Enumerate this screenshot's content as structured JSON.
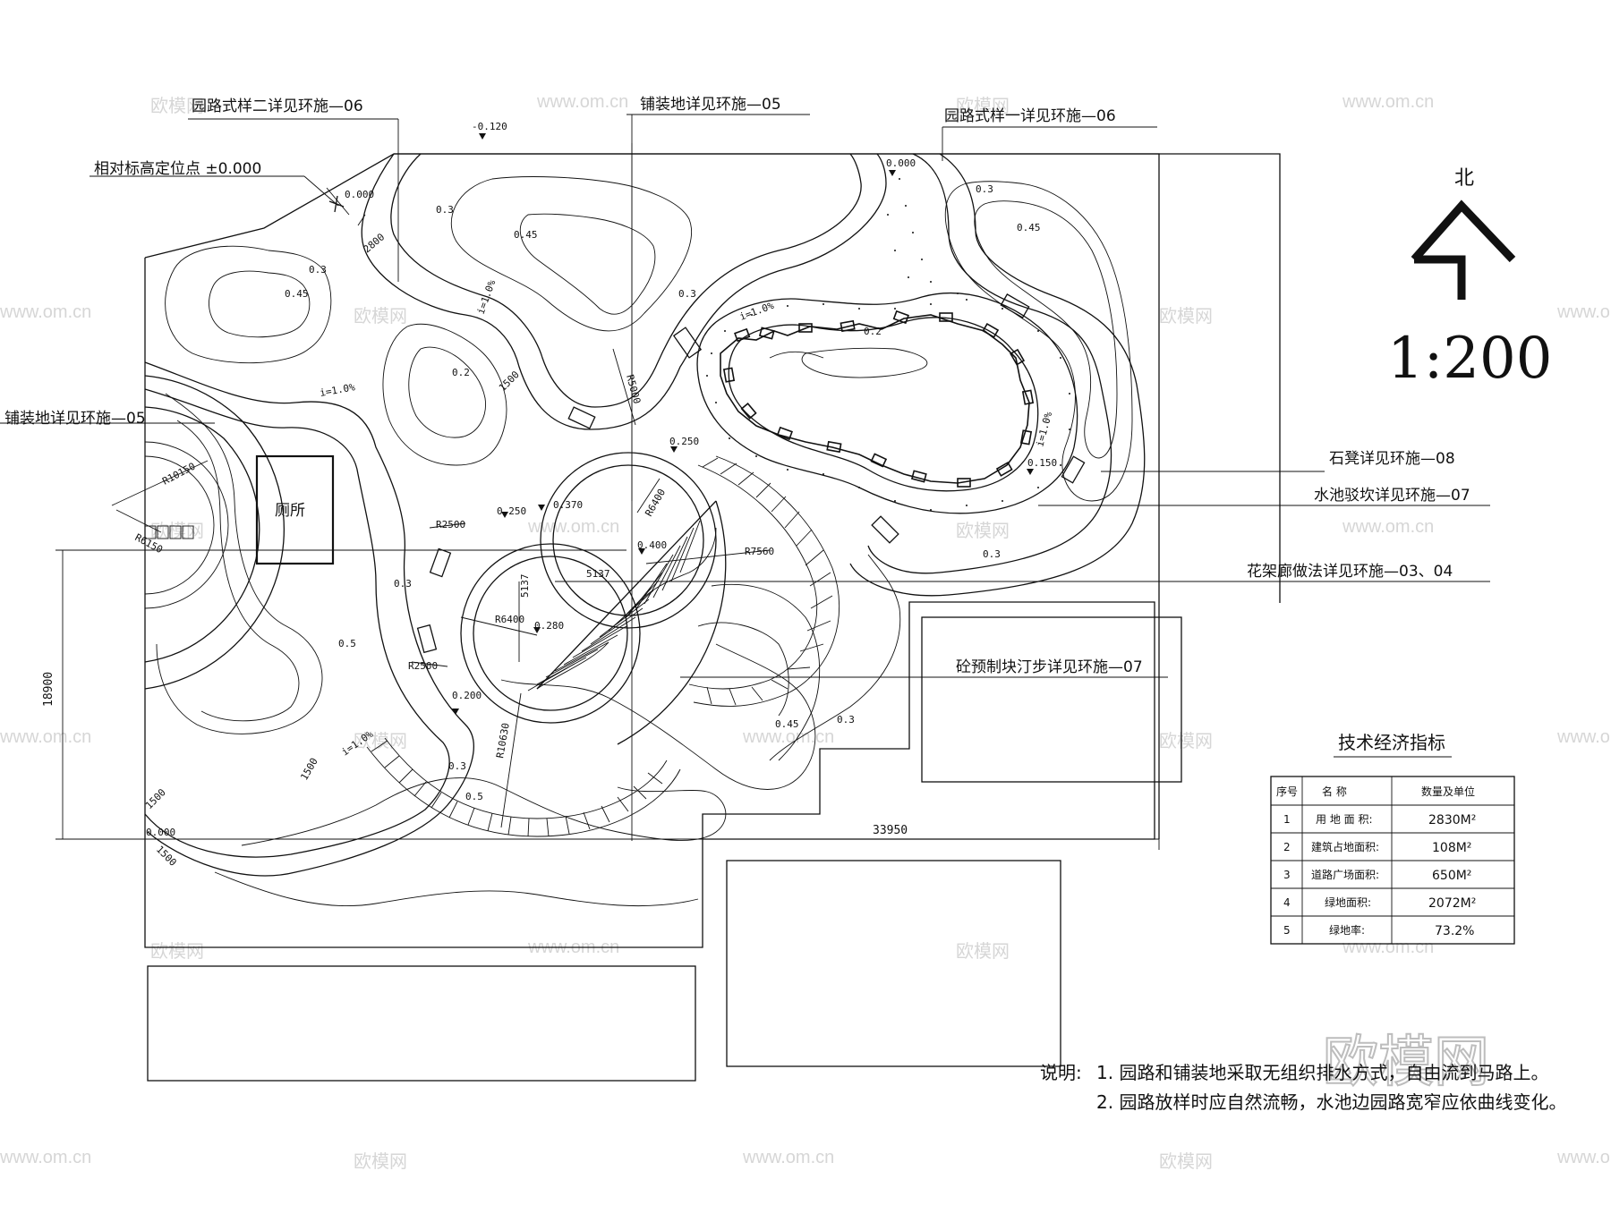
{
  "north": {
    "label": "北"
  },
  "scale": "1:200",
  "callouts": {
    "path_style_2": "园路式样二详见环施—06",
    "paving_top": "铺装地详见环施—05",
    "path_style_1": "园路式样一详见环施—06",
    "datum_point": "相对标高定位点 ±0.000",
    "paving_left": "铺装地详见环施—05",
    "stone_bench": "石凳详见环施—08",
    "pond_revetment": "水池驳坎详见环施—07",
    "pergola": "花架廊做法详见环施—03、04",
    "stepping_stones": "砼预制块汀步详见环施—07"
  },
  "building": {
    "toilet": "厕所"
  },
  "elevations": [
    "-0.120",
    "0.000",
    "0.000",
    "0.250",
    "0.250",
    "0.370",
    "0.400",
    "0.280",
    "0.200",
    "0.150",
    "0.000"
  ],
  "contours": [
    "0.3",
    "0.45",
    "0.3",
    "0.45",
    "0.3",
    "0.45",
    "0.2",
    "0.3",
    "0.2",
    "0.3",
    "0.5",
    "0.3",
    "0.5",
    "0.45",
    "0.3",
    "0.3"
  ],
  "radii": [
    "R10150",
    "R6150",
    "R2500",
    "R2500",
    "R6400",
    "R6400",
    "R7560",
    "R10630",
    "R5000",
    "1500",
    "1500",
    "1500",
    "1500",
    "2800"
  ],
  "slopes": [
    "i=1.0%",
    "i=1.0%",
    "i=1.0%",
    "i=1.0%",
    "i=1.0%"
  ],
  "dims": {
    "height": "18900",
    "width": "33950",
    "d1": "5137",
    "d2": "5137"
  },
  "tech_table": {
    "title": "技术经济指标",
    "headers": [
      "序号",
      "名    称",
      "数量及单位"
    ],
    "rows": [
      {
        "no": "1",
        "name": "用 地 面 积:",
        "value": "2830M²"
      },
      {
        "no": "2",
        "name": "建筑占地面积:",
        "value": "108M²"
      },
      {
        "no": "3",
        "name": "道路广场面积:",
        "value": "650M²"
      },
      {
        "no": "4",
        "name": "绿地面积:",
        "value": "2072M²"
      },
      {
        "no": "5",
        "name": "绿地率:",
        "value": "73.2%"
      }
    ]
  },
  "notes": {
    "label": "说明:",
    "items": [
      "1. 园路和铺装地采取无组织排水方式，自由流到马路上。",
      "2. 园路放样时应自然流畅，水池边园路宽窄应依曲线变化。"
    ]
  },
  "watermarks": {
    "site": "www.om.cn",
    "brand": "欧模网"
  }
}
